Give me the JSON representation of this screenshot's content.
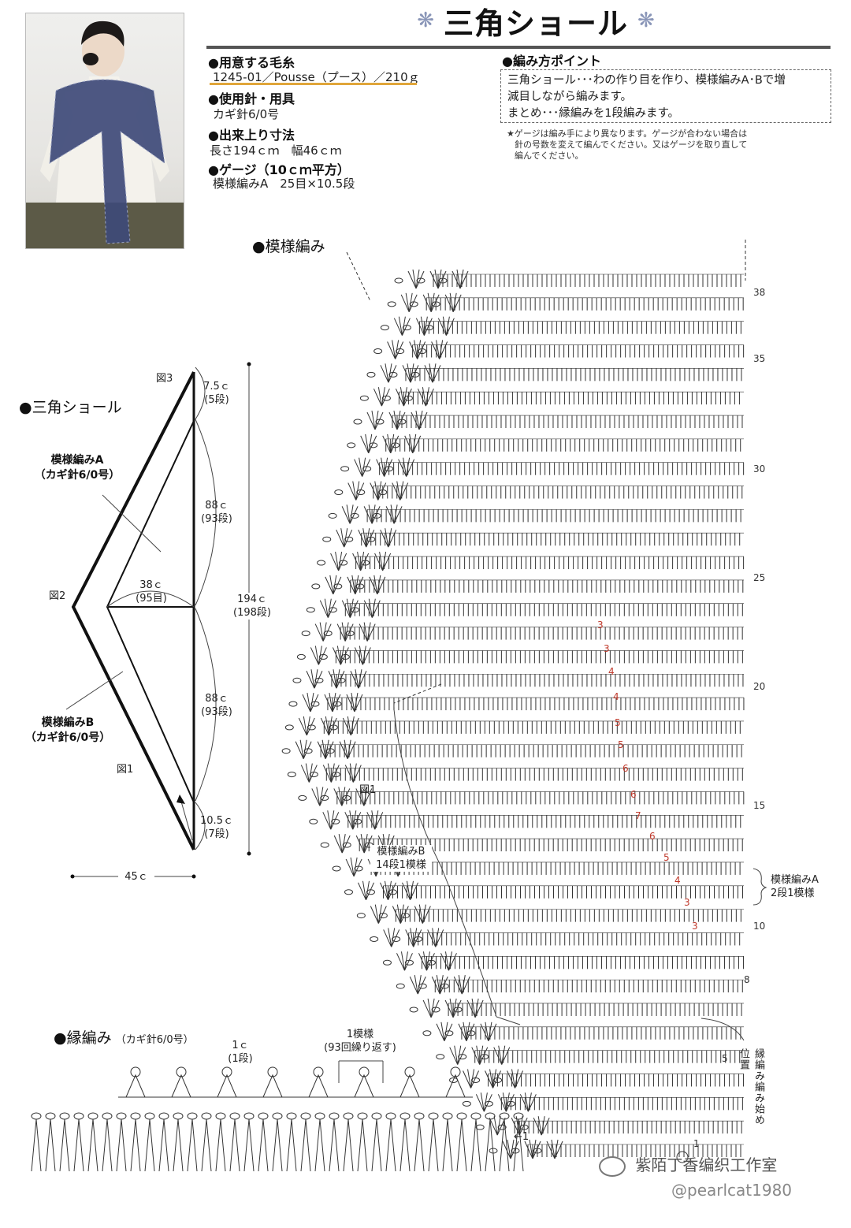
{
  "header": {
    "title": "三角ショール",
    "flower_left": "❋",
    "flower_right": "❋"
  },
  "materials": {
    "yarn_heading": "●用意する毛糸",
    "yarn_value": "1245-01／Pousse（プース）／210ｇ",
    "needle_heading": "●使用針・用具",
    "needle_value": "カギ針6/0号",
    "size_heading": "●出来上り寸法",
    "size_value": "長さ194ｃｍ　幅46ｃｍ",
    "gauge_heading": "●ゲージ（10ｃｍ平方）",
    "gauge_value": "模様編みA　25目×10.5段"
  },
  "points": {
    "heading": "●編み方ポイント",
    "line1": "三角ショール･･･わの作り目を作り、模様編みA･Bで増",
    "line2": "減目しながら編みます。",
    "line3": "まとめ･･･縁編みを1段編みます。",
    "note1": "★ゲージは編み手により異なります。ゲージが合わない場合は",
    "note2": "針の号数を変えて編んでください。又はゲージを取り直して",
    "note3": "編んでください。"
  },
  "schematic": {
    "heading": "●三角ショール",
    "pattern_a": "模様編みA",
    "pattern_a_needle": "（カギ針6/0号）",
    "pattern_b": "模様編みB",
    "pattern_b_needle": "（カギ針6/0号）",
    "fig1": "図1",
    "fig2": "図2",
    "fig3": "図3",
    "top_cm": "7.5ｃ",
    "top_rows": "(5段)",
    "upper_cm": "88ｃ",
    "upper_rows": "(93段)",
    "lower_cm": "88ｃ",
    "lower_rows": "(93段)",
    "bottom_cm": "10.5ｃ",
    "bottom_rows": "(7段)",
    "total_cm": "194ｃ",
    "total_rows": "(198段)",
    "mid_cm": "38ｃ",
    "mid_sts": "(95目)",
    "width": "45ｃ"
  },
  "chart": {
    "heading": "●模様編み",
    "row_labels": [
      "38",
      "35",
      "30",
      "25",
      "20",
      "15",
      "10",
      "8",
      "5",
      "1"
    ],
    "red_numbers": [
      "3",
      "3",
      "4",
      "4",
      "5",
      "5",
      "6",
      "6",
      "7",
      "6",
      "5",
      "4",
      "3",
      "3"
    ],
    "fig1": "図1",
    "pattern_b_label": "模様編みB",
    "pattern_b_repeat": "14段1模様",
    "pattern_a_label": "模様編みA",
    "pattern_a_repeat": "2段1模様",
    "edge_start": "縁編み編み始め位置"
  },
  "edging": {
    "heading": "●縁編み",
    "needle": "（カギ針6/0号）",
    "size_cm": "1ｃ",
    "size_rows": "(1段)",
    "repeat_label": "1模様",
    "repeat_note": "(93回繰り返す)",
    "arrow": "←1"
  },
  "watermark": {
    "account": "紫陌丁香编织工作室",
    "handle": "@pearlcat1980"
  }
}
